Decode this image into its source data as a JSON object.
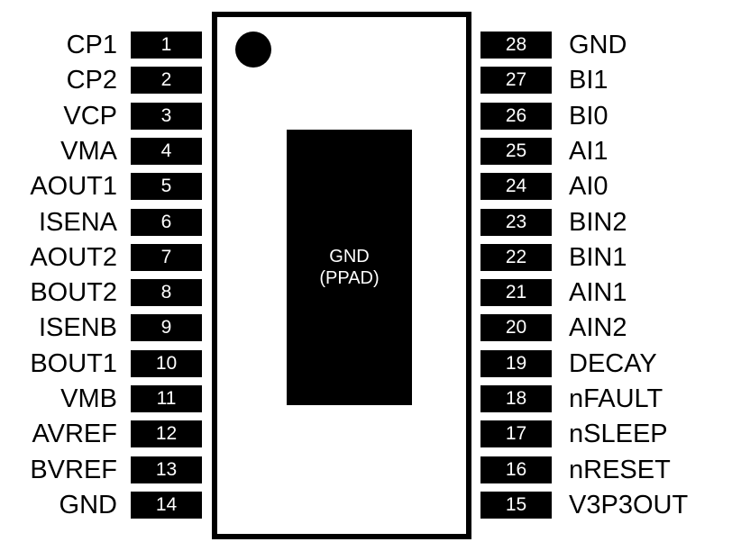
{
  "package": {
    "pad_line1": "GND",
    "pad_line2": "(PPAD)",
    "pin1_marker": "dot"
  },
  "left_pins": [
    {
      "number": "1",
      "name": "CP1"
    },
    {
      "number": "2",
      "name": "CP2"
    },
    {
      "number": "3",
      "name": "VCP"
    },
    {
      "number": "4",
      "name": "VMA"
    },
    {
      "number": "5",
      "name": "AOUT1"
    },
    {
      "number": "6",
      "name": "ISENA"
    },
    {
      "number": "7",
      "name": "AOUT2"
    },
    {
      "number": "8",
      "name": "BOUT2"
    },
    {
      "number": "9",
      "name": "ISENB"
    },
    {
      "number": "10",
      "name": "BOUT1"
    },
    {
      "number": "11",
      "name": "VMB"
    },
    {
      "number": "12",
      "name": "AVREF"
    },
    {
      "number": "13",
      "name": "BVREF"
    },
    {
      "number": "14",
      "name": "GND"
    }
  ],
  "right_pins": [
    {
      "number": "28",
      "name": "GND"
    },
    {
      "number": "27",
      "name": "BI1"
    },
    {
      "number": "26",
      "name": "BI0"
    },
    {
      "number": "25",
      "name": "AI1"
    },
    {
      "number": "24",
      "name": "AI0"
    },
    {
      "number": "23",
      "name": "BIN2"
    },
    {
      "number": "22",
      "name": "BIN1"
    },
    {
      "number": "21",
      "name": "AIN1"
    },
    {
      "number": "20",
      "name": "AIN2"
    },
    {
      "number": "19",
      "name": "DECAY"
    },
    {
      "number": "18",
      "name": "nFAULT"
    },
    {
      "number": "17",
      "name": "nSLEEP"
    },
    {
      "number": "16",
      "name": "nRESET"
    },
    {
      "number": "15",
      "name": "V3P3OUT"
    }
  ]
}
